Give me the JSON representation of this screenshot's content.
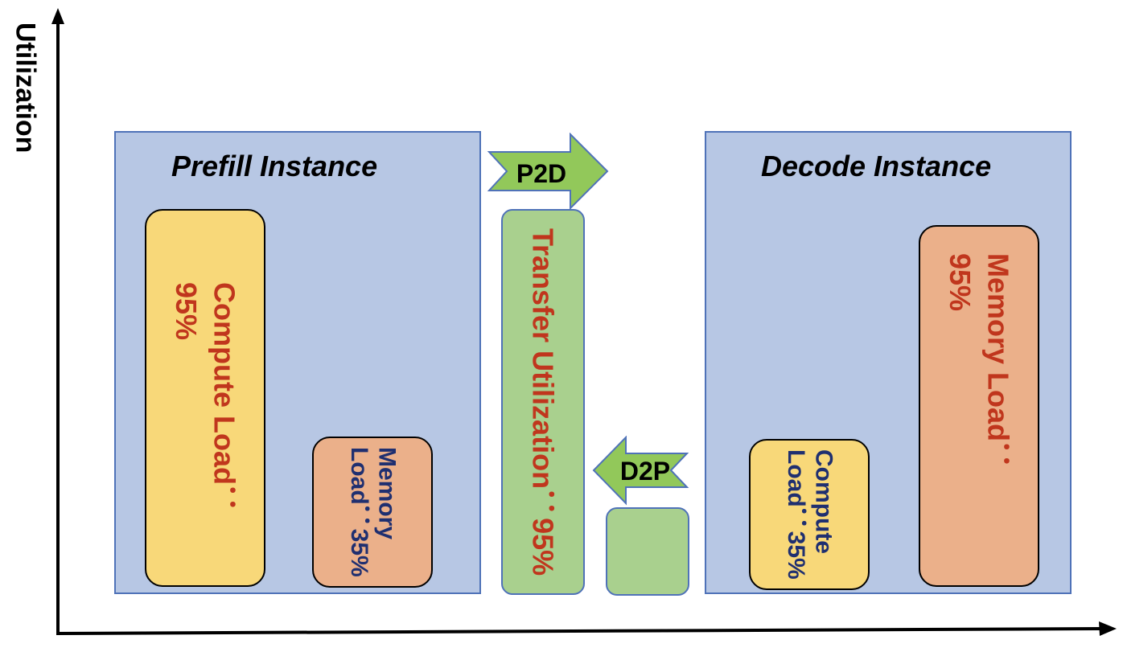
{
  "y_axis_label": "Utilization",
  "prefill": {
    "title": "Prefill Instance",
    "compute_load_label": "Compute Load：",
    "compute_load_value": "95%",
    "memory_load_label_l1": "Memory",
    "memory_load_label_l2": "Load：",
    "memory_load_value": "35%"
  },
  "transfer": {
    "label": "Transfer Utilization：",
    "value": "95%",
    "p2d": "P2D",
    "d2p": "D2P"
  },
  "decode": {
    "title": "Decode Instance",
    "compute_load_label_l1": "Compute",
    "compute_load_label_l2": "Load：",
    "compute_load_value": "35%",
    "memory_load_label": "Memory Load：",
    "memory_load_value": "95%"
  },
  "colors": {
    "instance_fill": "#b7c7e4",
    "compute_high": "#f8d879",
    "memory_fill": "#ebb08a",
    "transfer_fill": "#a9d08e",
    "red_text": "#c0361d",
    "navy_text": "#1f2f70"
  }
}
